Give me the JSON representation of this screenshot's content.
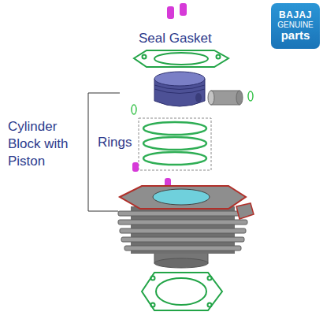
{
  "diagram": {
    "nodes": [
      {
        "text": [
          "BAJAJ",
          "GENUINE",
          "parts"
        ]
      }
    ],
    "labels": [
      "Seal Gasket",
      "Rings",
      "Cylinder Block with Piston"
    ]
  }
}
